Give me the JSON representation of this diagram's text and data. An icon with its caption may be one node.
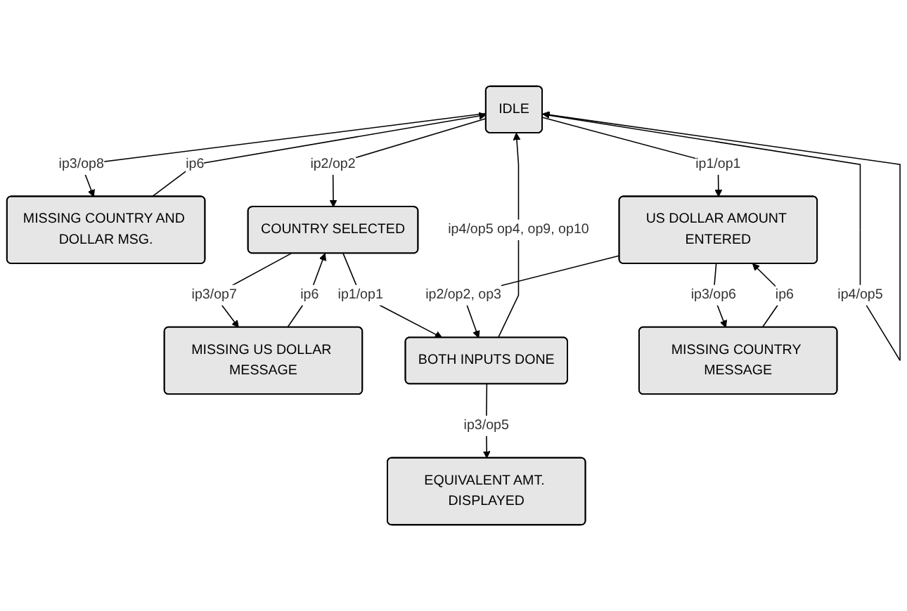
{
  "diagram": {
    "nodes": [
      {
        "text": [
          "IDLE"
        ]
      },
      {
        "text": [
          "MISSING COUNTRY AND DOLLAR MSG."
        ]
      },
      {
        "text": [
          "COUNTRY SELECTED"
        ]
      },
      {
        "text": [
          "MISSING US DOLLAR MESSAGE"
        ]
      },
      {
        "text": [
          "BOTH INPUTS DONE"
        ]
      },
      {
        "text": [
          "US DOLLAR AMOUNT ENTERED"
        ]
      },
      {
        "text": [
          "MISSING COUNTRY MESSAGE"
        ]
      },
      {
        "text": [
          "EQUIVALENT AMT. DISPLAYED"
        ]
      }
    ],
    "edges": [
      {
        "from": 0,
        "to": 0,
        "arrow": "to",
        "label": "ip4/op5"
      },
      {
        "from": 0,
        "to": 1,
        "arrow": "to",
        "label": "ip3/op8"
      },
      {
        "from": 1,
        "to": 0,
        "arrow": "to",
        "label": "ip6"
      },
      {
        "from": 0,
        "to": 2,
        "arrow": "to",
        "label": "ip2/op2"
      },
      {
        "from": 0,
        "to": 5,
        "arrow": "to",
        "label": "ip1/op1"
      },
      {
        "from": 2,
        "to": 3,
        "arrow": "to",
        "label": "ip3/op7"
      },
      {
        "from": 3,
        "to": 2,
        "arrow": "to",
        "label": "ip6"
      },
      {
        "from": 2,
        "to": 4,
        "arrow": "to",
        "label": "ip1/op1"
      },
      {
        "from": 4,
        "to": 0,
        "arrow": "to",
        "label": "ip4/op5 op4, op9, op10"
      },
      {
        "from": 5,
        "to": 4,
        "arrow": "to",
        "label": "ip2/op2, op3"
      },
      {
        "from": 5,
        "to": 6,
        "arrow": "to",
        "label": "ip3/op6"
      },
      {
        "from": 6,
        "to": 5,
        "arrow": "to",
        "label": "ip6"
      },
      {
        "from": 4,
        "to": 7,
        "arrow": "to",
        "label": "ip3/op5"
      }
    ]
  }
}
